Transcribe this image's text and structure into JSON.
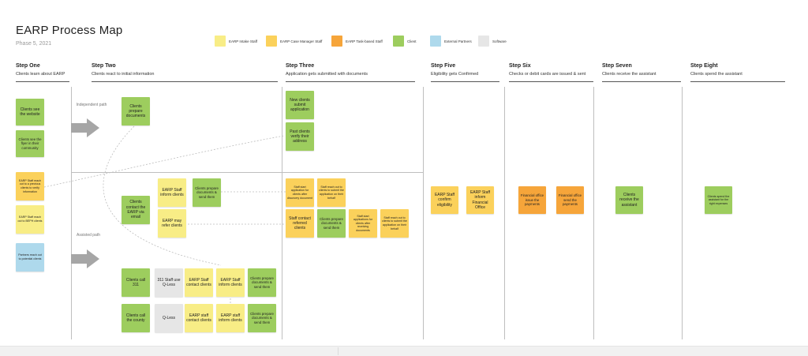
{
  "header": {
    "title": "EARP Process Map",
    "subtitle": "Phase 5, 2021"
  },
  "legend": [
    {
      "label": "EARP Intake Staff",
      "color": "#f8ed86"
    },
    {
      "label": "EARP Case Manager Staff",
      "color": "#fbd15b"
    },
    {
      "label": "EARP Task-based Staff",
      "color": "#f6a53a"
    },
    {
      "label": "Client",
      "color": "#9dcd5e"
    },
    {
      "label": "External Partners",
      "color": "#aed9ec"
    },
    {
      "label": "Software",
      "color": "#e6e6e6"
    }
  ],
  "steps": [
    {
      "name": "Step One",
      "desc": "Clients learn about EARP"
    },
    {
      "name": "Step Two",
      "desc": "Clients react to initial information"
    },
    {
      "name": "Step Three",
      "desc": "Application gets submitted with documents"
    },
    {
      "name": "Step Five",
      "desc": "Eligibility gets Confirmed"
    },
    {
      "name": "Step Six",
      "desc": "Checks or debit cards are issued & sent"
    },
    {
      "name": "Step Seven",
      "desc": "Clients receive the assistant"
    },
    {
      "name": "Step Eight",
      "desc": "Clients spend the assistant"
    }
  ],
  "lanes": {
    "independent": "Independent path",
    "assisted": "Assisted path"
  },
  "notes": {
    "n1": "Clients see the website",
    "n2": "Clients see the flyer in their community",
    "n3": "EARP Staff reach out to a previous clients to verify information",
    "n4": "EARP Staff reach out to BEPH clients",
    "n5": "Partners reach out to potential clients",
    "n6": "Clients prepare documents",
    "n7": "Clients contact the EARP via email",
    "n8": "EARP Staff inform clients",
    "n9": "Clients prepare documents & send them",
    "n10": "EARP may refer clients",
    "n11": "Clients call 311",
    "n12": "311 Staff use Q-Less",
    "n13": "EARP Staff contact clients",
    "n14": "EARP Staff inform clients",
    "n15": "Clients prepare documents & send them",
    "n16": "Clients call the county",
    "n17": "Q-Less",
    "n18": "EARP staff contact clients",
    "n19": "EARP staff inform clients",
    "n20": "Clients prepare documents & send them",
    "n21": "New clients submit application",
    "n22": "Past clients verify their address",
    "n23": "Staff start application for clients after discovery document",
    "n24": "Staff reach out to clients to submit the application on their behalf",
    "n25": "Staff contact referred clients",
    "n26": "Clients prepare documents & send them",
    "n27": "Staff start applications for clients after receiving documents",
    "n28": "Staff reach out to clients to submit the application on their behalf",
    "n29": "EARP Staff confirm eligibility",
    "n30": "EARP Staff inform Financial Office",
    "n31": "Financial office issue the payments",
    "n32": "Financial office send the payments",
    "n33": "Clients receive the assistant",
    "n34": "Clients spend the assistant for the right expenses"
  }
}
